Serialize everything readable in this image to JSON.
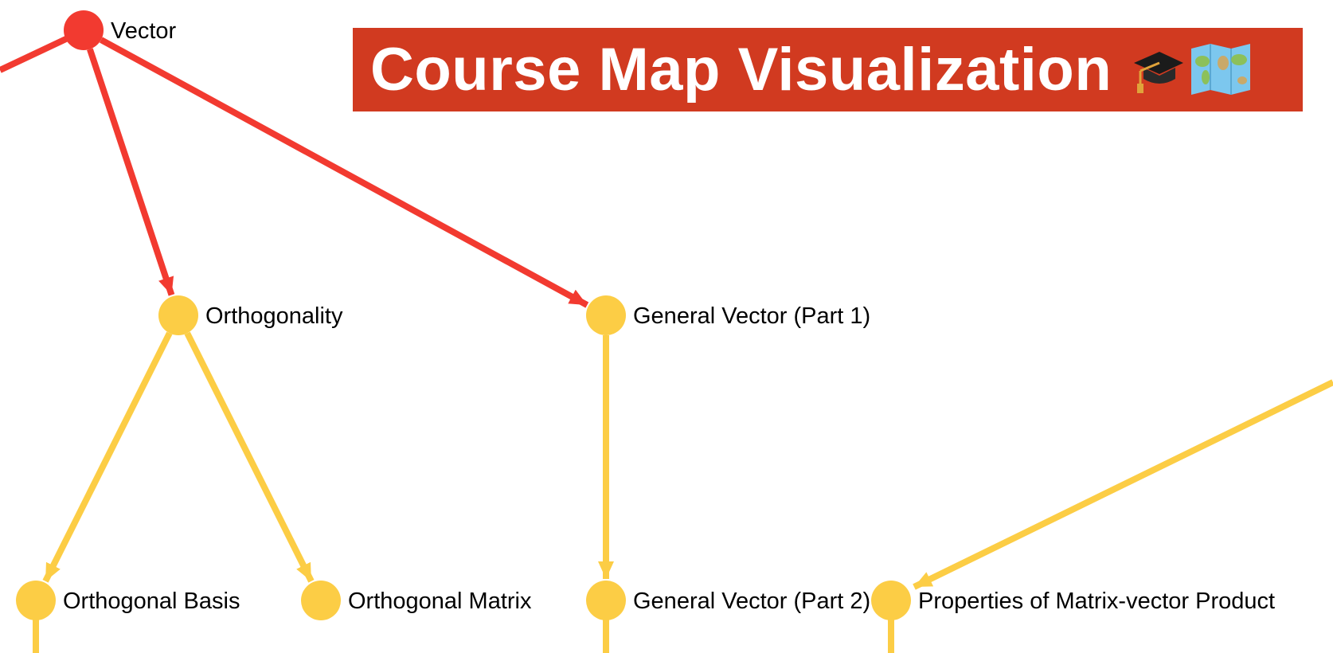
{
  "title": "Course Map Visualization",
  "title_icons": [
    "graduation-cap-icon",
    "world-map-icon"
  ],
  "colors": {
    "banner_bg": "#d13a20",
    "active_node": "#f23a30",
    "node": "#fccd45",
    "label": "#000000"
  },
  "nodes": [
    {
      "id": "vector",
      "label": "Vector",
      "status": "active"
    },
    {
      "id": "orthogonality",
      "label": "Orthogonality",
      "status": "normal"
    },
    {
      "id": "general-vector-1",
      "label": "General Vector (Part 1)",
      "status": "normal"
    },
    {
      "id": "orthogonal-basis",
      "label": "Orthogonal Basis",
      "status": "normal"
    },
    {
      "id": "orthogonal-matrix",
      "label": "Orthogonal Matrix",
      "status": "normal"
    },
    {
      "id": "general-vector-2",
      "label": "General Vector (Part 2)",
      "status": "normal"
    },
    {
      "id": "matrix-vector-product",
      "label": "Properties of Matrix-vector Product",
      "status": "normal"
    }
  ],
  "edges": [
    {
      "from": "vector",
      "to": "orthogonality",
      "status": "active"
    },
    {
      "from": "vector",
      "to": "general-vector-1",
      "status": "active"
    },
    {
      "from": "orthogonality",
      "to": "orthogonal-basis",
      "status": "normal"
    },
    {
      "from": "orthogonality",
      "to": "orthogonal-matrix",
      "status": "normal"
    },
    {
      "from": "general-vector-1",
      "to": "general-vector-2",
      "status": "normal"
    }
  ]
}
